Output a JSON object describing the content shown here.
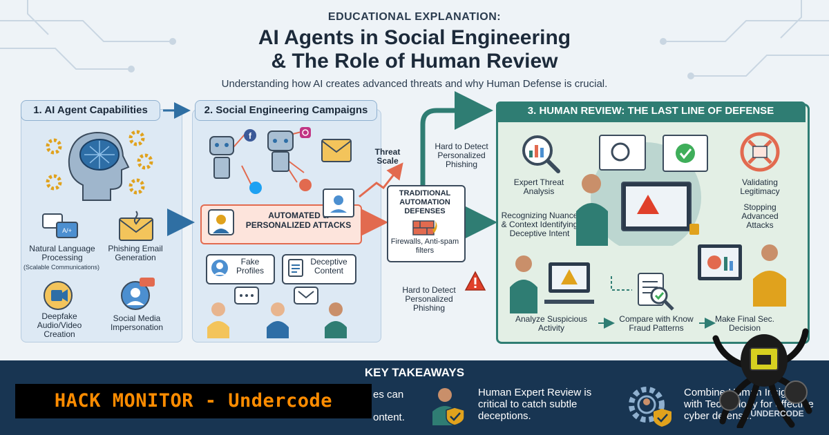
{
  "header": {
    "kicker": "EDUCATIONAL EXPLANATION:",
    "title_line1": "AI Agents in Social Engineering",
    "title_line2": "& The Role of Human Review",
    "subtitle": "Understanding how AI creates advanced threats and why Human Defense is crucial."
  },
  "panel1": {
    "heading": "1. AI Agent Capabilities",
    "items": {
      "nlp": "Natural Language Processing",
      "nlp_note": "(Scalable Communications)",
      "phishing": "Phishing Email Generation",
      "deepfake": "Deepfake Audio/Video Creation",
      "impersonation": "Social Media Impersonation"
    }
  },
  "panel2": {
    "heading": "2. Social Engineering Campaigns",
    "attacks": "AUTOMATED & PERSONALIZED ATTACKS",
    "fake_profiles": "Fake Profiles",
    "deceptive_content": "Deceptive Content"
  },
  "middle": {
    "threat_scale": "Threat Scale",
    "hard_top": "Hard to Detect Personalized Phishing",
    "traditional": "TRADITIONAL AUTOMATION DEFENSES",
    "firewalls": "Firewalls, Anti-spam filters",
    "hard_bottom": "Hard to Detect Personalized Phishing"
  },
  "panel3": {
    "heading": "3. HUMAN REVIEW: THE LAST LINE OF DEFENSE",
    "expert": "Expert Threat Analysis",
    "nuance": "Recognizing Nuance & Context Identifying Deceptive Intent",
    "validating": "Validating Legitimacy",
    "stopping": "Stopping Advanced Attacks",
    "analyze": "Analyze Suspicious Activity",
    "compare": "Compare with Know Fraud Patterns",
    "final": "Make Final Sec. Decision"
  },
  "takeaways": {
    "heading": "KEY TAKEAWAYS",
    "item1_tail": "es can",
    "item1_tail2": "ontent.",
    "item2": "Human Expert Review is critical to catch subtle deceptions.",
    "item3": "Combine Human Insights with Technology for effective cyber defense."
  },
  "overlay": {
    "banner": "HACK MONITOR - Undercode",
    "watermark": "UNDERCODE"
  },
  "colors": {
    "teal": "#2f7d73",
    "navy": "#183552",
    "attack_red": "#e26a4f",
    "banner_orange": "#ff8c00"
  }
}
